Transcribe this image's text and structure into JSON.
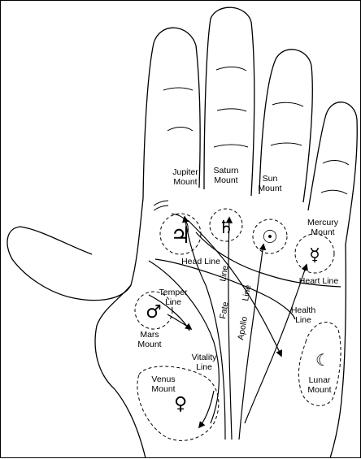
{
  "mounts": {
    "jupiter": [
      "Jupiter",
      "Mount"
    ],
    "saturn": [
      "Saturn",
      "Mount"
    ],
    "sun": [
      "Sun",
      "Mount"
    ],
    "mercury": [
      "Mercury",
      "Mount"
    ],
    "mars": [
      "Mars",
      "Mount"
    ],
    "venus": [
      "Venus",
      "Mount"
    ],
    "lunar": [
      "Lunar",
      "Mount"
    ]
  },
  "lines": {
    "heart": "Heart Line",
    "head": "Head Line",
    "fate": [
      "Fate",
      "Line"
    ],
    "apollo": [
      "Apollo",
      "Line"
    ],
    "health": [
      "Health",
      "Line"
    ],
    "temper": [
      "Temper",
      "Line"
    ],
    "vitality": [
      "Vitality",
      "Line"
    ]
  },
  "symbols": {
    "jupiter": "♃",
    "saturn": "♄",
    "sun": "☉",
    "mercury": "☿",
    "mars": "♂",
    "venus": "♀",
    "moon": "☾"
  }
}
